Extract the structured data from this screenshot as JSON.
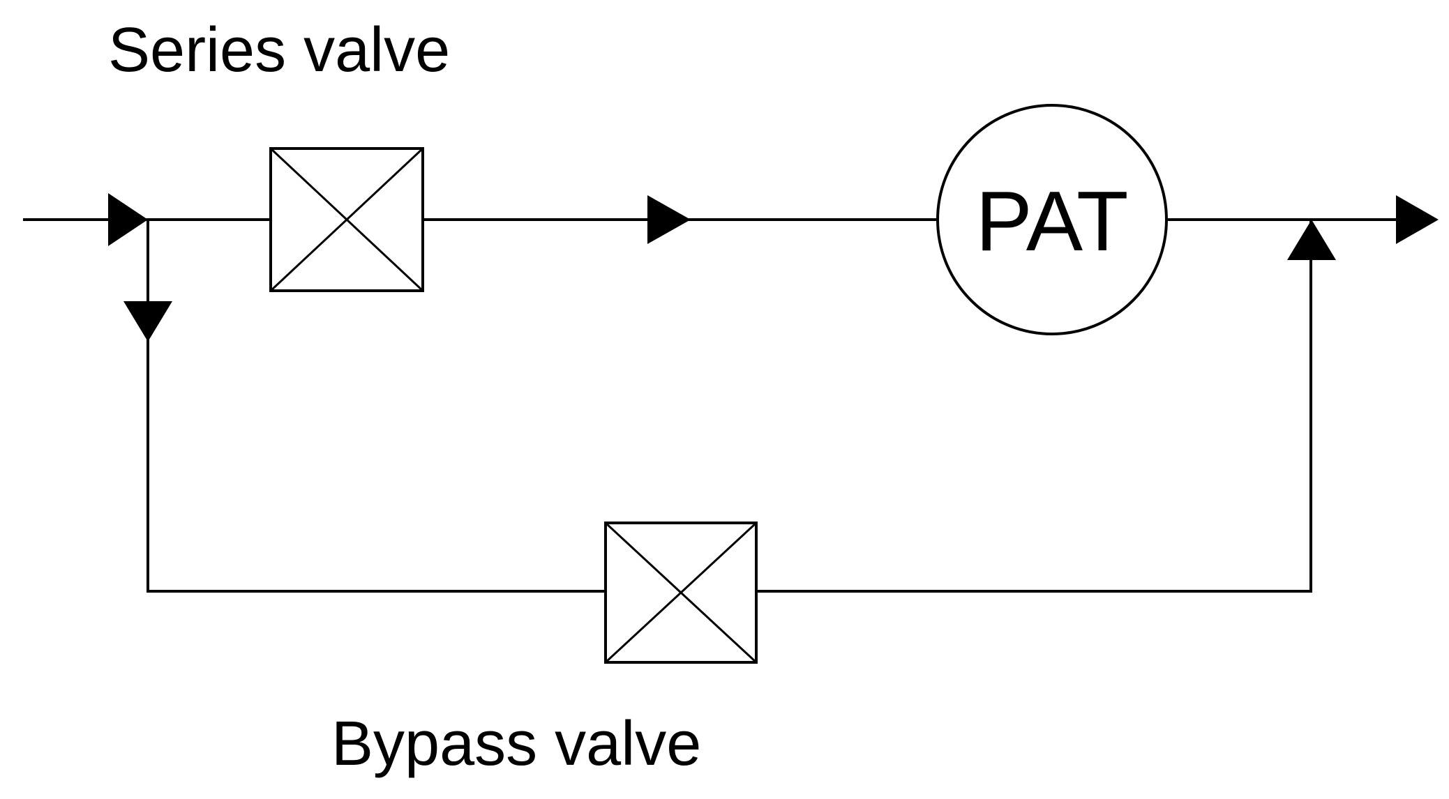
{
  "diagram": {
    "series_valve_label": "Series valve",
    "bypass_valve_label": "Bypass valve",
    "pat_label": "PAT"
  },
  "colors": {
    "line": "#000000",
    "background": "#ffffff"
  },
  "icons": {
    "valve": "valve-icon",
    "flow_arrow": "flow-arrow-icon",
    "turbine": "pat-circle"
  }
}
